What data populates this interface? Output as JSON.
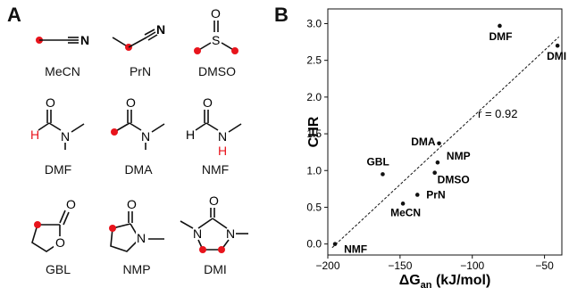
{
  "panel_a": {
    "letter": "A",
    "atom_labels": {
      "N": "N",
      "S": "S",
      "O": "O",
      "H": "H"
    },
    "molecules": [
      "MeCN",
      "PrN",
      "DMSO",
      "DMF",
      "DMA",
      "NMF",
      "GBL",
      "NMP",
      "DMI"
    ]
  },
  "panel_b": {
    "letter": "B",
    "annotation": "r = 0.92",
    "ylabel": "CHR",
    "xlabel_prefix": "ΔG",
    "xlabel_sub": "an",
    "xlabel_suffix": " (kJ/mol)"
  },
  "colors": {
    "highlight": "#e8141c",
    "ink": "#111111"
  },
  "chart_data": {
    "type": "scatter",
    "xlabel": "ΔGan (kJ/mol)",
    "ylabel": "CHR",
    "xlim": [
      -200,
      -38
    ],
    "ylim": [
      -0.15,
      3.2
    ],
    "xticks": [
      -200,
      -150,
      -100,
      -50
    ],
    "yticks": [
      0.0,
      0.5,
      1.0,
      1.5,
      2.0,
      2.5,
      3.0
    ],
    "xtick_labels": [
      "−200",
      "−150",
      "−100",
      "−50"
    ],
    "ytick_labels": [
      "0.0",
      "0.5",
      "1.0",
      "1.5",
      "2.0",
      "2.5",
      "3.0"
    ],
    "grid": false,
    "points": [
      {
        "label": "NMF",
        "x": -195,
        "y": 0.0
      },
      {
        "label": "MeCN",
        "x": -148,
        "y": 0.55
      },
      {
        "label": "PrN",
        "x": -138,
        "y": 0.67
      },
      {
        "label": "GBL",
        "x": -162,
        "y": 0.95
      },
      {
        "label": "DMSO",
        "x": -126,
        "y": 0.97
      },
      {
        "label": "NMP",
        "x": -124,
        "y": 1.11
      },
      {
        "label": "DMA",
        "x": -123,
        "y": 1.37
      },
      {
        "label": "DMF",
        "x": -81,
        "y": 2.97
      },
      {
        "label": "DMI",
        "x": -41,
        "y": 2.7
      }
    ],
    "fit_line": {
      "x": [
        -197,
        -40
      ],
      "y": [
        -0.05,
        2.82
      ]
    }
  }
}
